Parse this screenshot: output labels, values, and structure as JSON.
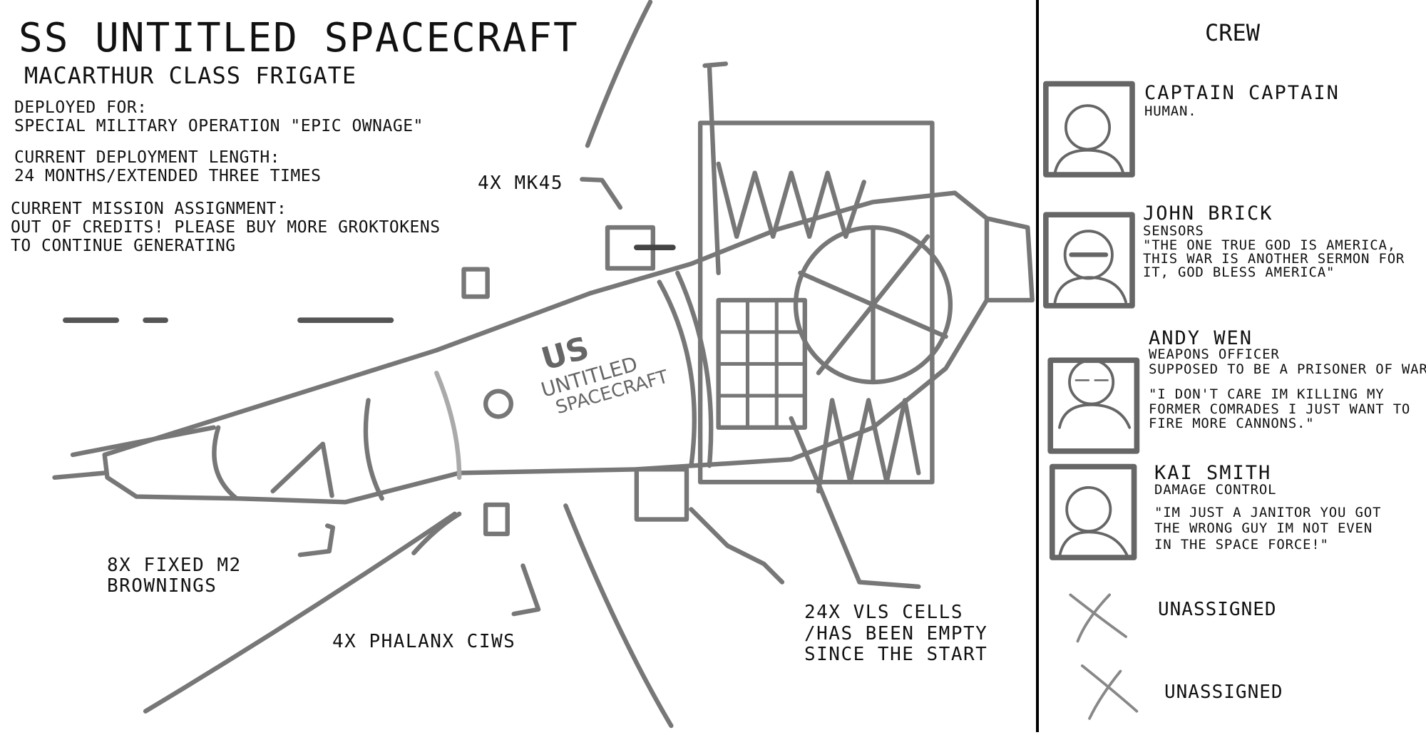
{
  "header": {
    "title": "SS UNTITLED SPACECRAFT",
    "subtitle": "MACARTHUR CLASS FRIGATE"
  },
  "info": {
    "deployed_label": "DEPLOYED FOR:",
    "deployed_value": "SPECIAL MILITARY OPERATION \"EPIC OWNAGE\"",
    "length_label": "CURRENT DEPLOYMENT LENGTH:",
    "length_value": "24 MONTHS/EXTENDED THREE TIMES",
    "mission_label": "CURRENT MISSION ASSIGNMENT:",
    "mission_line1": "OUT OF CREDITS! PLEASE BUY MORE GROKTOKENS",
    "mission_line2": "TO CONTINUE GENERATING"
  },
  "ship": {
    "hull_marking": [
      "US",
      "UNTITLED",
      "SPACECRAFT"
    ],
    "callouts": {
      "mk45": "4X MK45",
      "brownings_1": "8X FIXED M2",
      "brownings_2": "BROWNINGS",
      "phalanx": "4X PHALANX CIWS",
      "vls_1": "24X VLS CELLS",
      "vls_2": "/HAS BEEN EMPTY",
      "vls_3": "SINCE THE START"
    },
    "stroke_color": "#777777"
  },
  "crew": {
    "heading": "CREW",
    "members": [
      {
        "name": "CAPTAIN CAPTAIN",
        "role": "HUMAN.",
        "lines": []
      },
      {
        "name": "JOHN BRICK",
        "role": "SENSORS",
        "lines": [
          "\"THE ONE TRUE GOD IS AMERICA,",
          "THIS WAR IS ANOTHER SERMON FOR",
          "IT, GOD BLESS AMERICA\""
        ]
      },
      {
        "name": "ANDY WEN",
        "role": "WEAPONS OFFICER",
        "note": "SUPPOSED TO BE A PRISONER OF WAR",
        "lines": [
          "\"I DON'T CARE IM KILLING MY",
          "FORMER COMRADES I JUST WANT TO",
          "FIRE MORE CANNONS.\""
        ]
      },
      {
        "name": "KAI SMITH",
        "role": "DAMAGE CONTROL",
        "lines": [
          "\"IM JUST A JANITOR YOU GOT",
          "THE WRONG GUY IM NOT EVEN",
          "IN THE SPACE FORCE!\""
        ]
      }
    ],
    "unassigned": [
      "UNASSIGNED",
      "UNASSIGNED"
    ],
    "empty_slot_icon": "x-mark-icon"
  }
}
